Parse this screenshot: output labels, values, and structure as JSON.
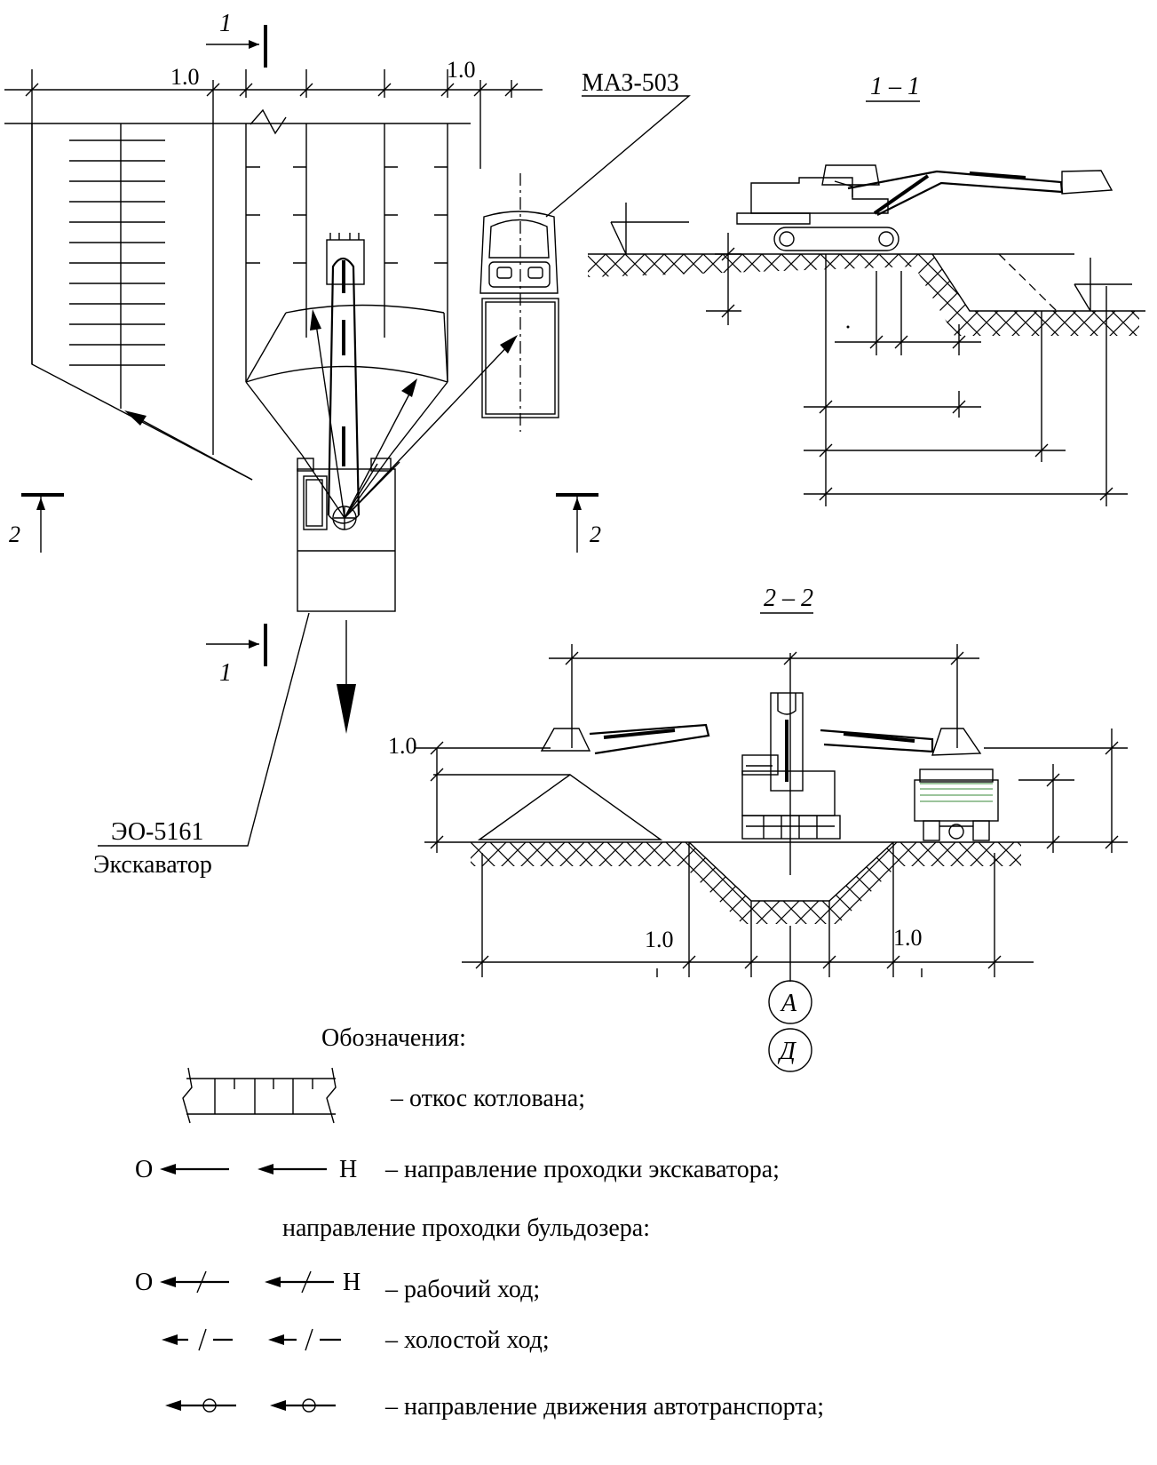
{
  "plan": {
    "section_1_label": "1",
    "section_2_label": "2",
    "dim_left_offset": "1.0",
    "dim_right_offset": "1.0",
    "truck_model": "МАЗ-503",
    "excavator_model": "ЭО-5161",
    "excavator_caption": "Экскаватор"
  },
  "section_1_1": {
    "title": "1 – 1"
  },
  "section_2_2": {
    "title": "2 – 2",
    "dim_spoil_offset": "1.0",
    "dim_bottom_left": "1.0",
    "dim_bottom_right": "1.0",
    "axis_a": "А",
    "axis_d": "Д"
  },
  "legend": {
    "heading": "Обозначения:",
    "slope_text": "– откос котлована;",
    "end_marker": "О",
    "start_marker": "Н",
    "excavator_direction_text": "– направление проходки экскаватора;",
    "bulldozer_heading": "направление проходки бульдозера:",
    "working_stroke_text": "– рабочий ход;",
    "idle_stroke_text": "– холостой ход;",
    "transport_text": "– направление движения автотранспорта;"
  }
}
